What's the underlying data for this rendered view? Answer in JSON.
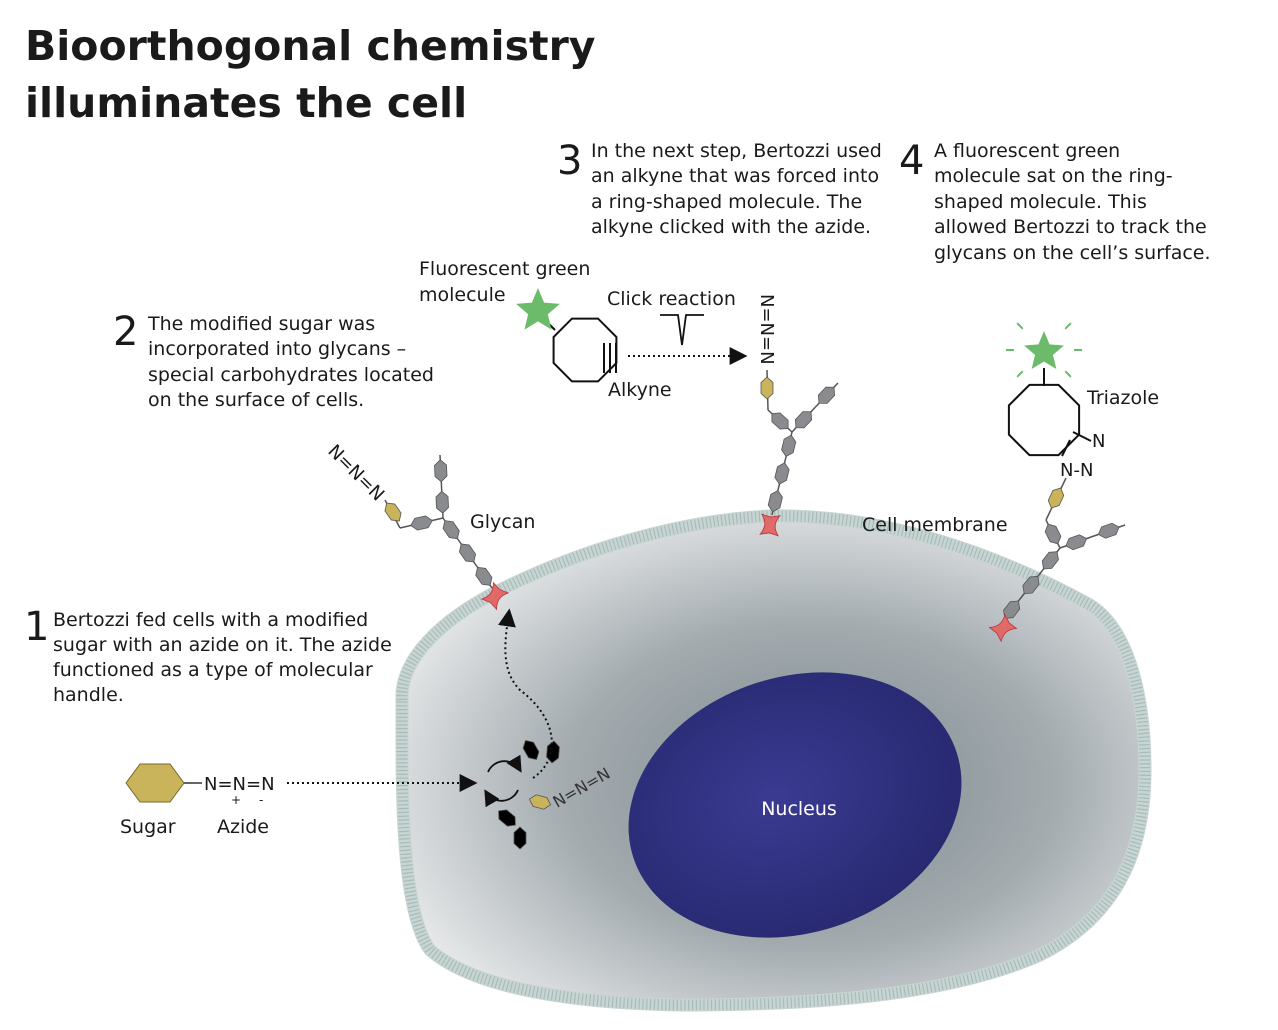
{
  "title": [
    "Bioorthogonal chemistry",
    "illuminates the cell"
  ],
  "steps": [
    {
      "number": "1",
      "lines": [
        "Bertozzi fed cells with a modified",
        "sugar with an azide on it. The azide",
        "functioned as a type of molecular",
        "handle."
      ]
    },
    {
      "number": "2",
      "lines": [
        "The modified sugar was",
        "incorporated into glycans –",
        "special carbohydrates located",
        "on the surface of cells."
      ]
    },
    {
      "number": "3",
      "lines": [
        "In the next step, Bertozzi used",
        "an alkyne that was forced into",
        "a ring-shaped molecule. The",
        "alkyne clicked with the azide."
      ]
    },
    {
      "number": "4",
      "lines": [
        "A fluorescent green",
        "molecule sat on the ring-",
        "shaped molecule. This",
        "allowed Bertozzi to track the",
        "glycans on the cell’s surface."
      ]
    }
  ],
  "labels": {
    "fluorescent": [
      "Fluorescent green",
      "molecule"
    ],
    "click_reaction": "Click reaction",
    "alkyne": "Alkyne",
    "triazole": "Triazole",
    "glycan": "Glycan",
    "cell_membrane": "Cell membrane",
    "nucleus": "Nucleus",
    "sugar": "Sugar",
    "azide": "Azide",
    "azide_formula": "N=N=N",
    "plus": "+",
    "minus": "-",
    "n": "N",
    "n_dash_n": "N-N"
  },
  "colors": {
    "sugar": "#c9b35b",
    "glycan_unit": "#8a8b8e",
    "anchor": "#e06a66",
    "fluor": "#6bbb6b",
    "nucleus": "#2f3082",
    "membrane": "#c7d5d3"
  }
}
